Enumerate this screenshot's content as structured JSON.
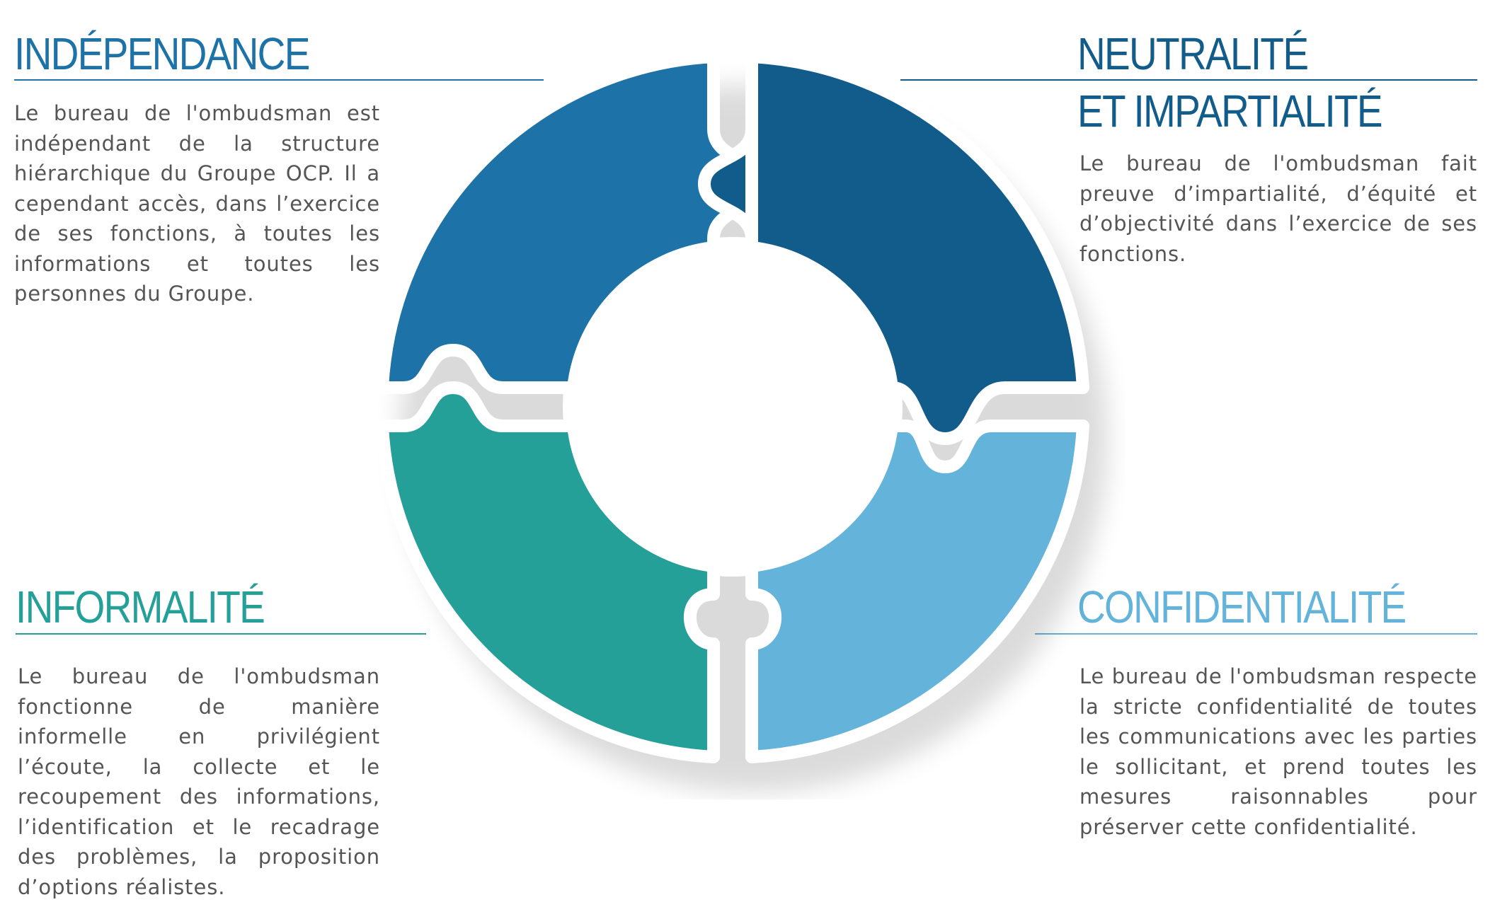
{
  "sections": {
    "independance": {
      "title": "INDÉPENDANCE",
      "text": "Le bureau de l'ombudsman est indépendant de la structure hiérarchique du Groupe OCP. Il a cependant accès, dans l’exercice de ses fonctions, à toutes les informations et toutes les personnes du Groupe.",
      "color": "#1d72a8"
    },
    "neutralite": {
      "title_line1": "NEUTRALITÉ",
      "title_line2": "ET IMPARTIALITÉ",
      "text": "Le bureau de l'ombudsman fait preuve d’impartialité, d’équité et d’objectivité dans l’exercice de ses fonctions.",
      "color": "#125c8b"
    },
    "informalite": {
      "title": "INFORMALITÉ",
      "text": "Le bureau de l'ombudsman fonctionne de manière informelle en privilégient l’écoute, la collecte et le recoupement des informations, l’identification et le recadrage des problèmes, la proposition d’options réalistes.",
      "color": "#25a099"
    },
    "confidentialite": {
      "title": "CONFIDENTIALITÉ",
      "text": "Le bureau de l'ombudsman respecte la stricte confidentialité de toutes les communications avec les parties le sollicitant, et prend toutes les mesures raisonnables pour préserver cette confidentialité.",
      "color": "#64b3da"
    }
  }
}
